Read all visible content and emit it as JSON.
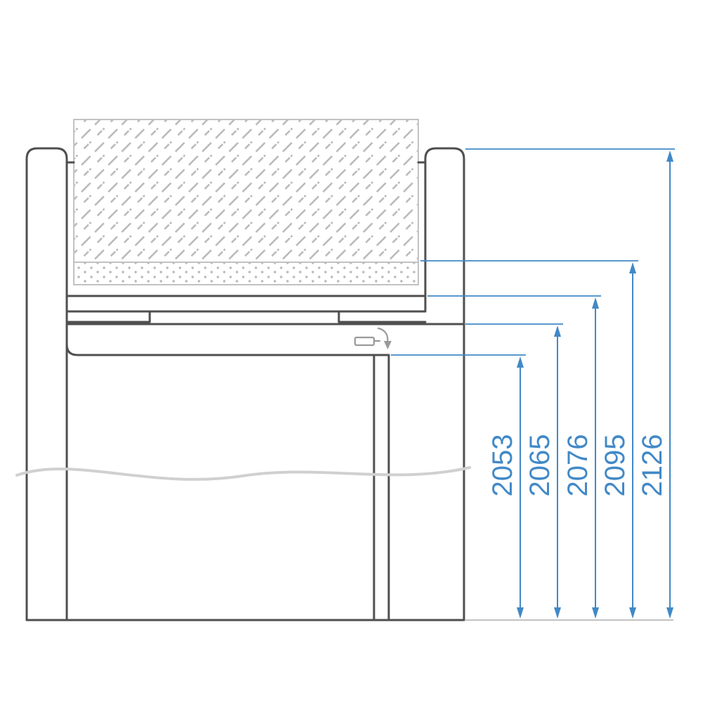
{
  "colors": {
    "dimension_blue": "#4189c7",
    "outline_gray": "#4f4f4f",
    "hatch_gray": "#b8b8b8",
    "light_gray": "#c2c2c2",
    "break_gray": "#d0d0d0",
    "handle_gray": "#9a9a9a",
    "background": "#ffffff"
  },
  "diagram": {
    "kind": "technical-cross-section",
    "dimension_labels": [
      {
        "text": "2053"
      },
      {
        "text": "2065"
      },
      {
        "text": "2076"
      },
      {
        "text": "2095"
      },
      {
        "text": "2126"
      }
    ]
  }
}
